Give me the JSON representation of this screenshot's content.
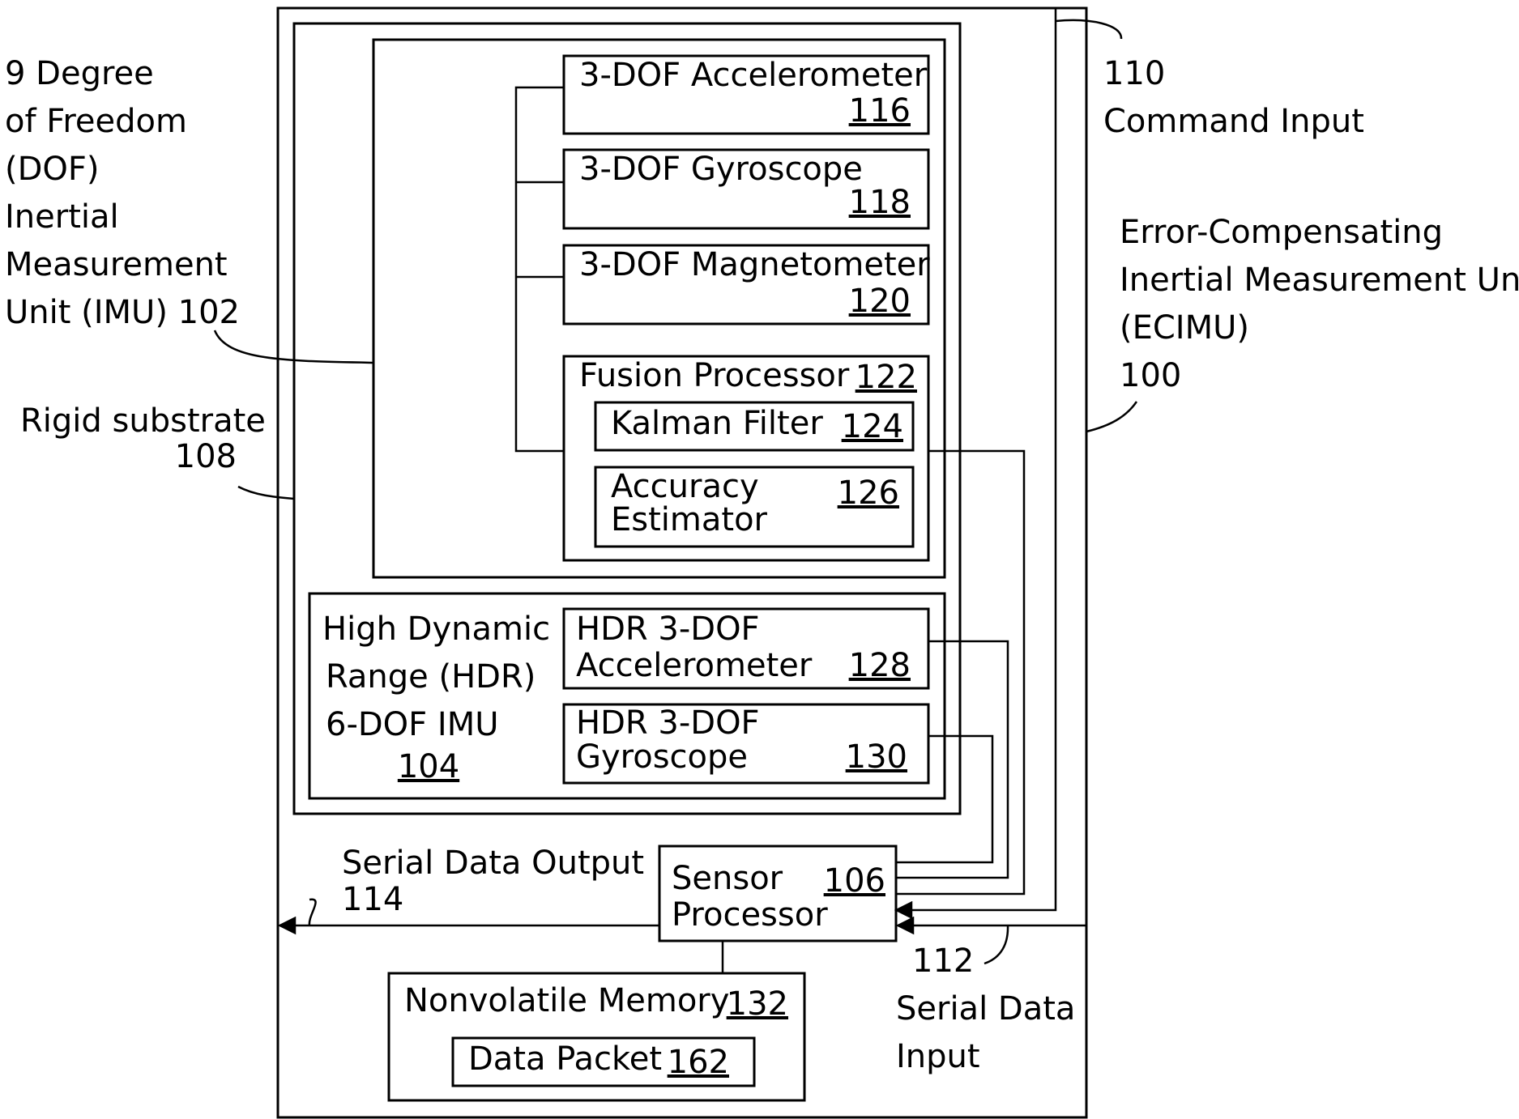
{
  "labels": {
    "imu9_lines": [
      "9 Degree",
      "of Freedom",
      "(DOF)",
      "Inertial",
      "Measurement",
      "Unit (IMU) 102"
    ],
    "rigid_substrate": [
      "Rigid substrate",
      "108"
    ],
    "command_input": [
      "110",
      "Command Input"
    ],
    "ecimu": [
      "Error-Compensating",
      "Inertial Measurement Unit",
      "(ECIMU)",
      "100"
    ],
    "serial_output": [
      "Serial Data Output",
      "114"
    ],
    "serial_input": [
      "112",
      "Serial Data",
      "Input"
    ]
  },
  "boxes": {
    "accel": {
      "title": "3-DOF Accelerometer",
      "ref": "116"
    },
    "gyro": {
      "title": "3-DOF Gyroscope",
      "ref": "118"
    },
    "mag": {
      "title": "3-DOF Magnetometer",
      "ref": "120"
    },
    "fusion": {
      "title": "Fusion Processor",
      "ref": "122"
    },
    "kalman": {
      "title": "Kalman Filter",
      "ref": "124"
    },
    "accuracy": {
      "title_lines": [
        "Accuracy",
        "Estimator"
      ],
      "ref": "126"
    },
    "hdr_imu": {
      "title_lines": [
        "High Dynamic",
        "Range (HDR)",
        "6-DOF IMU"
      ],
      "ref": "104"
    },
    "hdr_accel": {
      "title_lines": [
        "HDR 3-DOF",
        "Accelerometer"
      ],
      "ref": "128"
    },
    "hdr_gyro": {
      "title_lines": [
        "HDR 3-DOF",
        "Gyroscope"
      ],
      "ref": "130"
    },
    "sensor_proc": {
      "title_lines": [
        "Sensor",
        "Processor"
      ],
      "ref": "106"
    },
    "nvm": {
      "title": "Nonvolatile Memory",
      "ref": "132"
    },
    "packet": {
      "title": "Data Packet",
      "ref": "162"
    }
  }
}
